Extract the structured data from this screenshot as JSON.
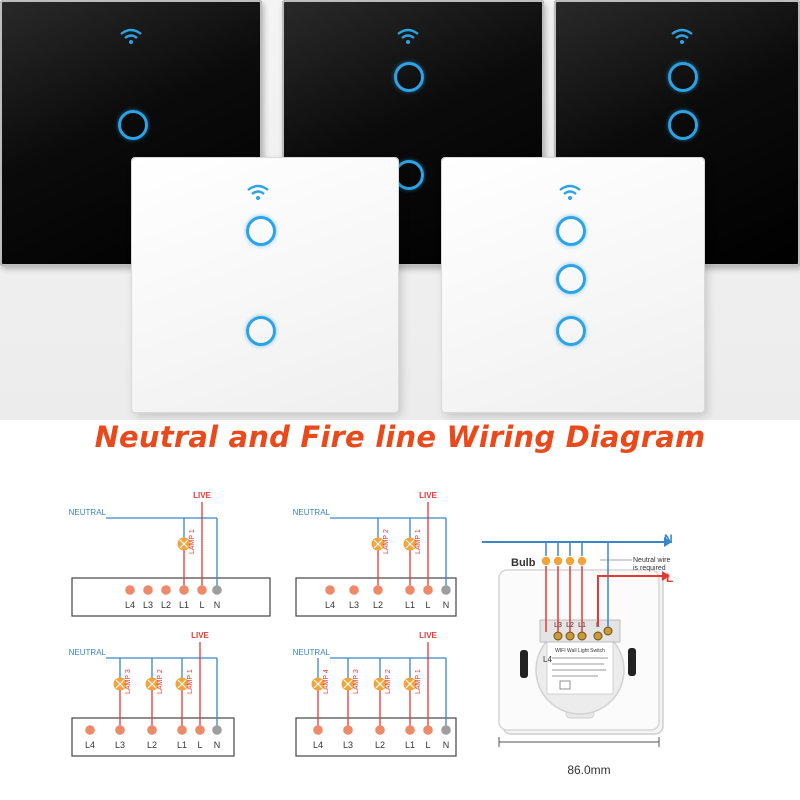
{
  "title": "Neutral and Fire line Wiring Diagram",
  "colors": {
    "title": "#ea4a1b",
    "neutral_wire": "#3a86c8",
    "live_wire": "#e53935",
    "terminal": "#ee8a6a",
    "neutral_terminal": "#9e9e9e",
    "lamp": "#f2a33a",
    "touch_ring": "#2ba3e6"
  },
  "diagrams": [
    {
      "neutral_label": "NEUTRAL",
      "live_label": "LIVE",
      "lamps": [
        "LAMP 1"
      ],
      "terminals": [
        "L4",
        "L3",
        "L2",
        "L1",
        "L",
        "N"
      ]
    },
    {
      "neutral_label": "NEUTRAL",
      "live_label": "LIVE",
      "lamps": [
        "LAMP 2",
        "LAMP 1"
      ],
      "terminals": [
        "L4",
        "L3",
        "L2",
        "L1",
        "L",
        "N"
      ]
    },
    {
      "neutral_label": "NEUTRAL",
      "live_label": "LIVE",
      "lamps": [
        "LAMP 3",
        "LAMP 2",
        "LAMP 1"
      ],
      "terminals": [
        "L4",
        "L3",
        "L2",
        "L1",
        "L",
        "N"
      ]
    },
    {
      "neutral_label": "NEUTRAL",
      "live_label": "LIVE",
      "lamps": [
        "LAMP 4",
        "LAMP 3",
        "LAMP 2",
        "LAMP 1"
      ],
      "terminals": [
        "L4",
        "L3",
        "L2",
        "L1",
        "L",
        "N"
      ]
    }
  ],
  "photo": {
    "n_label": "N",
    "l_label": "L",
    "bulb_label": "Bulb",
    "neutral_note": [
      "Neutral wire",
      "is required"
    ],
    "terminal_labels": [
      "L3",
      "L2",
      "L1",
      "L"
    ],
    "l4_label": "L4",
    "sticker_heading": "WIFI Wall Light Switch",
    "dimension": "86.0mm"
  }
}
